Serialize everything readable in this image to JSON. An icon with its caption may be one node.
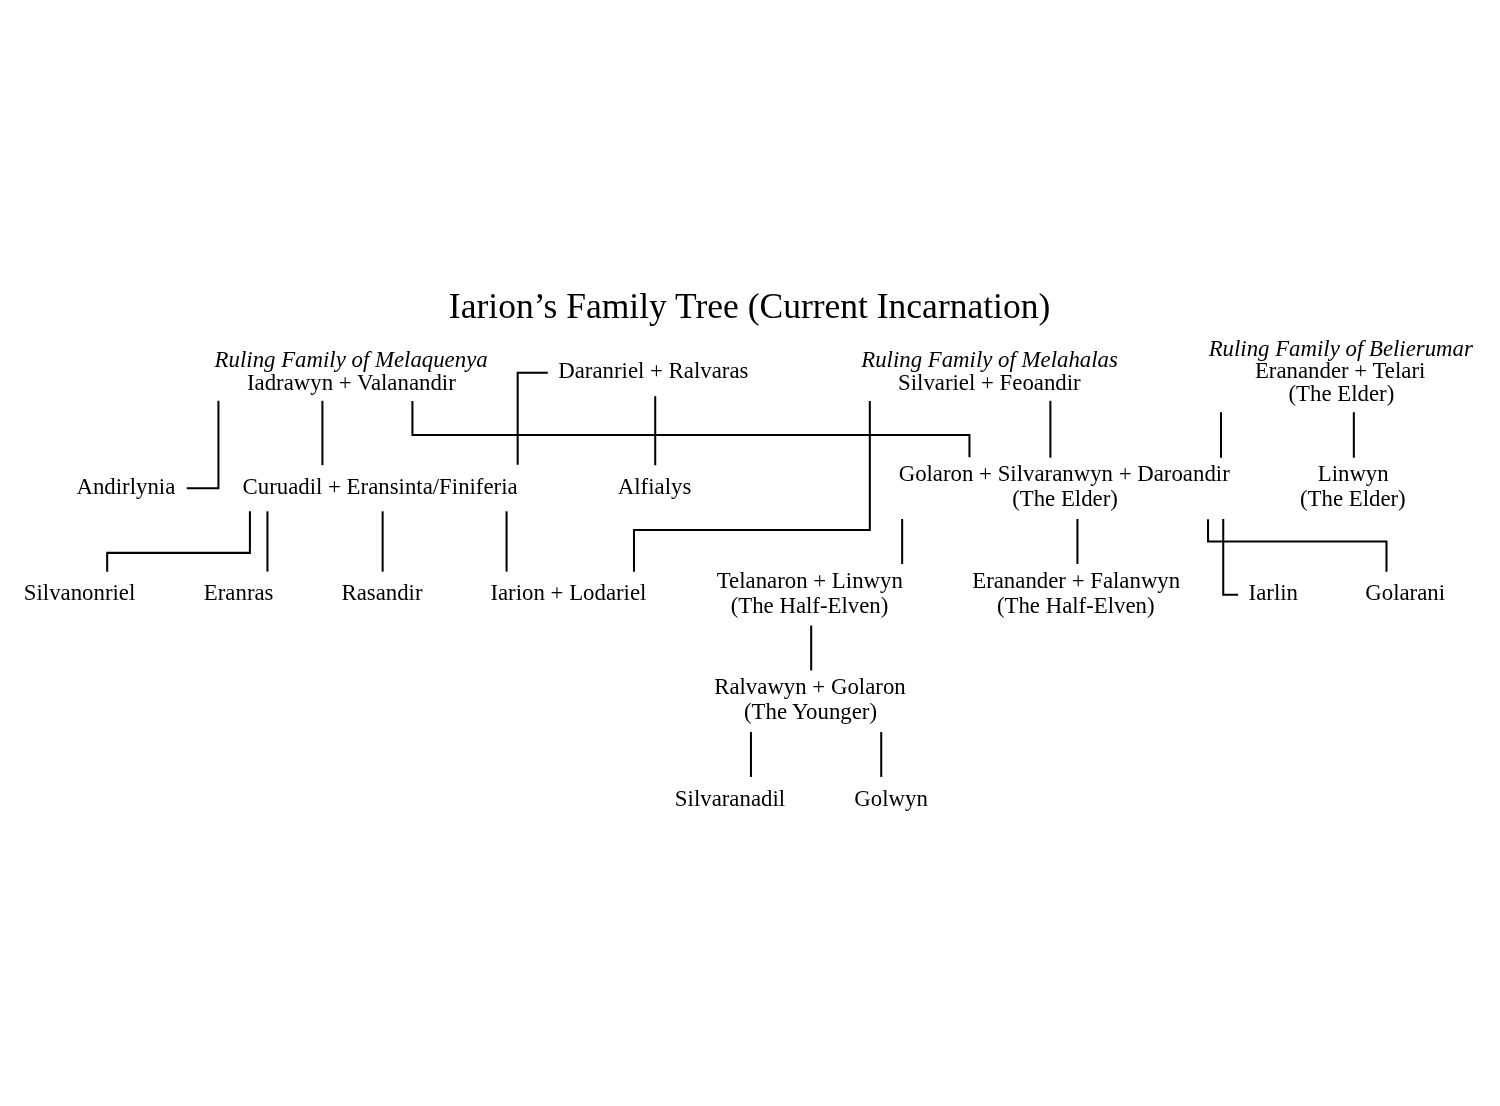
{
  "diagram": {
    "title": "Iarion’s Family Tree (Current Incarnation)",
    "nodes": [
      {
        "text": [
          "Iadrawyn + Valanandir"
        ],
        "beside": [
          "Ruling Family of Melaquenya"
        ]
      },
      {
        "text": [
          "Daranriel + Ralvaras"
        ]
      },
      {
        "text": [
          "Andirlynia"
        ]
      },
      {
        "text": [
          "Curuadil + Eransinta/Finiferia"
        ]
      },
      {
        "text": [
          "Alfialys"
        ]
      },
      {
        "text": [
          "Silvariel + Feoandir"
        ],
        "beside": [
          "Ruling Family of Melahalas"
        ]
      },
      {
        "text": [
          "Silvanonriel"
        ]
      },
      {
        "text": [
          "Eranras"
        ]
      },
      {
        "text": [
          "Rasandir"
        ]
      },
      {
        "text": [
          "Iarion + Lodariel"
        ]
      },
      {
        "text": [
          "Eranander + Telari",
          "(The Elder)"
        ],
        "beside": [
          "Ruling Family of Belierumar"
        ]
      },
      {
        "text": [
          "Linwyn",
          "(The Elder)"
        ]
      },
      {
        "text": [
          "Golaron + Silvaranwyn + Daroandir",
          "(The Elder)"
        ]
      },
      {
        "text": [
          "Telanaron + Linwyn",
          "(The Half-Elven)"
        ]
      },
      {
        "text": [
          "Eranander + Falanwyn",
          "(The Half-Elven)"
        ]
      },
      {
        "text": [
          "Iarlin"
        ]
      },
      {
        "text": [
          "Golarani"
        ]
      },
      {
        "text": [
          "Ralvawyn + Golaron",
          "(The Younger)"
        ]
      },
      {
        "text": [
          "Silvaranadil"
        ]
      },
      {
        "text": [
          "Golwyn"
        ]
      }
    ],
    "edges": [
      {
        "from": 0,
        "to": 2,
        "arrow": "none"
      },
      {
        "from": 0,
        "to": 3,
        "arrow": "none"
      },
      {
        "from": 0,
        "to": 12,
        "arrow": "none"
      },
      {
        "from": 1,
        "to": 3,
        "arrow": "none"
      },
      {
        "from": 1,
        "to": 4,
        "arrow": "none"
      },
      {
        "from": 3,
        "to": 6,
        "arrow": "none"
      },
      {
        "from": 3,
        "to": 7,
        "arrow": "none"
      },
      {
        "from": 3,
        "to": 9,
        "arrow": "none"
      },
      {
        "from": 3,
        "to": 8,
        "arrow": "none"
      },
      {
        "from": 5,
        "to": 9,
        "arrow": "none"
      },
      {
        "from": 5,
        "to": 12,
        "arrow": "none"
      },
      {
        "from": 10,
        "to": 11,
        "arrow": "none"
      },
      {
        "from": 10,
        "to": 12,
        "arrow": "none"
      },
      {
        "from": 12,
        "to": 13,
        "arrow": "none"
      },
      {
        "from": 12,
        "to": 14,
        "arrow": "none"
      },
      {
        "from": 12,
        "to": 15,
        "arrow": "none"
      },
      {
        "from": 12,
        "to": 16,
        "arrow": "none"
      },
      {
        "from": 13,
        "to": 17,
        "arrow": "none"
      },
      {
        "from": 17,
        "to": 18,
        "arrow": "none"
      },
      {
        "from": 17,
        "to": 19,
        "arrow": "none"
      }
    ]
  }
}
